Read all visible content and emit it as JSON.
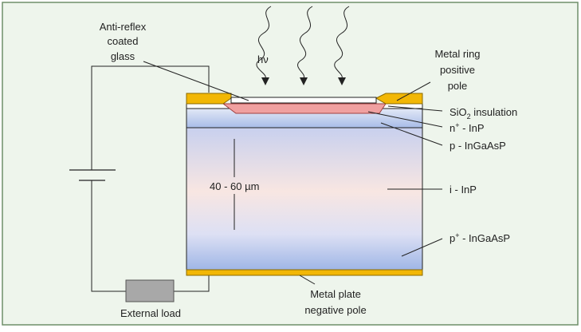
{
  "colors": {
    "background": "#eef5ec",
    "frame": "#6f8f6a",
    "metal": "#f2b705",
    "metal_edge": "#8a6a00",
    "glass": "#ffffff",
    "n_layer": "#f0a0a0",
    "wire": "#222222",
    "load": "#a8a8a8"
  },
  "labels": {
    "anti_reflex": [
      "Anti-reflex",
      "coated",
      "glass"
    ],
    "hv": "hν",
    "metal_ring": [
      "Metal ring",
      "positive",
      "pole"
    ],
    "sio2_prefix": "SiO",
    "sio2_sub": "2",
    "sio2_suffix": " insulation",
    "n_inp_prefix": "n",
    "n_inp_sup": "+",
    "n_inp_suffix": " - InP",
    "p_ingaasp": "p - InGaAsP",
    "i_inp": "i - InP",
    "thickness": "40  - 60 µm",
    "p_plus_prefix": "p",
    "p_plus_sup": "+",
    "p_plus_suffix": " - InGaAsP",
    "metal_plate": [
      "Metal plate",
      "negative pole"
    ],
    "external_load": "External load"
  }
}
